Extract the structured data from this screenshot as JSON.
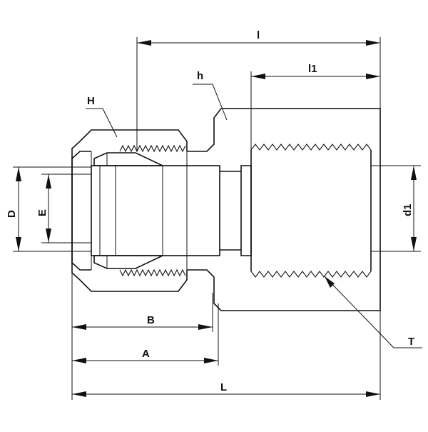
{
  "labels": {
    "l": "l",
    "h": "h",
    "l1": "l1",
    "H": "H",
    "D": "D",
    "E": "E",
    "d1": "d1",
    "B": "B",
    "A": "A",
    "T": "T",
    "L": "L"
  }
}
